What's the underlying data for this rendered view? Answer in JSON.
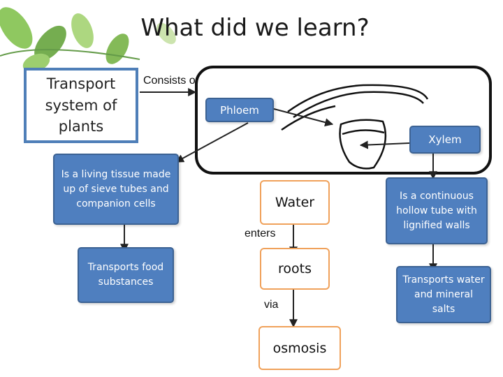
{
  "title": "What did we learn?",
  "nodes": {
    "transport": "Transport system of plants",
    "consists": "Consists of",
    "phloem": "Phloem",
    "xylem": "Xylem",
    "phloem_desc": "Is a living tissue made up of sieve tubes and companion cells",
    "phloem_func": "Transports food substances",
    "water": "Water",
    "enters": "enters",
    "roots": "roots",
    "via": "via",
    "osmosis": "osmosis",
    "xylem_desc": "Is a continuous hollow tube with lignified walls",
    "xylem_func": "Transports water and mineral salts"
  },
  "colors": {
    "box_fill": "#4f7fbf",
    "orange_border": "#f0a15a",
    "lead_border": "#4f7fb8",
    "leaf_green": "#6fae3c"
  }
}
